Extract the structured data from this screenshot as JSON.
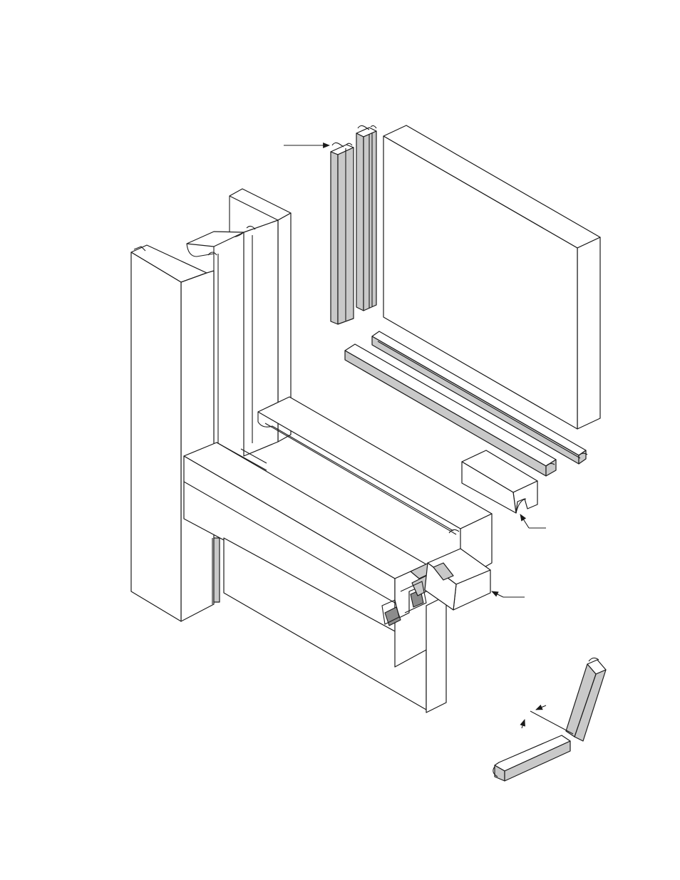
{
  "figure": {
    "parts": [
      {
        "id": "vertical-glazing-gasket-strips",
        "icon": "gasket-strip-icon"
      },
      {
        "id": "glass-panel",
        "icon": "glass-pane-icon"
      },
      {
        "id": "horizontal-glazing-gasket-strips",
        "icon": "gasket-strip-icon"
      },
      {
        "id": "vertical-mullion-frame",
        "icon": "mullion-icon"
      },
      {
        "id": "horizontal-sill-frame",
        "icon": "sill-icon"
      },
      {
        "id": "setting-block",
        "icon": "setting-block-icon"
      },
      {
        "id": "corner-end-cap",
        "icon": "end-cap-icon"
      },
      {
        "id": "mitered-gasket-corner-detail",
        "icon": "miter-joint-icon"
      }
    ],
    "colors": {
      "line": "#1a1a1a",
      "surface": "#ffffff",
      "gasket_gray": "#c9c9c9",
      "shadow_gray": "#8c8c8c"
    }
  }
}
